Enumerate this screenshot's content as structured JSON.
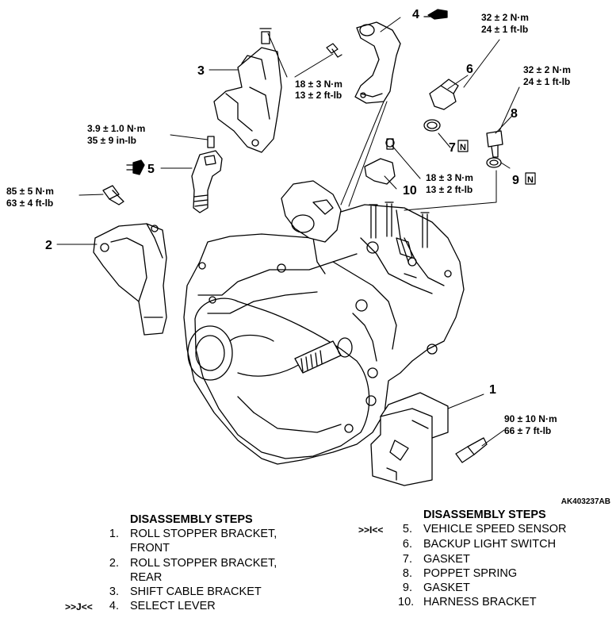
{
  "figure_id": "AK403237AB",
  "callouts": [
    "1",
    "2",
    "3",
    "4",
    "5",
    "6",
    "7",
    "8",
    "9",
    "10"
  ],
  "torques": {
    "t_top_mid": [
      "18 ± 3 N·m",
      "13 ± 2 ft-lb"
    ],
    "t_top_right_1": [
      "32 ± 2 N·m",
      "24 ± 1 ft-lb"
    ],
    "t_top_right_2": [
      "32 ± 2 N·m",
      "24 ± 1 ft-lb"
    ],
    "t_left_small": [
      "3.9 ± 1.0 N·m",
      "35 ± 9 in-lb"
    ],
    "t_left": [
      "85 ± 5 N·m",
      "63 ± 4 ft-lb"
    ],
    "t_mid_right": [
      "18 ± 3 N·m",
      "13 ± 2 ft-lb"
    ],
    "t_bottom_right": [
      "90 ± 10 N·m",
      "66 ± 7 ft-lb"
    ]
  },
  "new_part_mark": "N",
  "steps_left": {
    "header": "DISASSEMBLY STEPS",
    "items": [
      {
        "mark": "",
        "num": "1.",
        "text": "ROLL STOPPER BRACKET,"
      },
      {
        "mark": "",
        "num": "",
        "text": "FRONT"
      },
      {
        "mark": "",
        "num": "2.",
        "text": "ROLL STOPPER BRACKET,"
      },
      {
        "mark": "",
        "num": "",
        "text": "REAR"
      },
      {
        "mark": "",
        "num": "3.",
        "text": "SHIFT CABLE BRACKET"
      },
      {
        "mark": ">>J<<",
        "num": "4.",
        "text": "SELECT LEVER"
      }
    ]
  },
  "steps_right": {
    "header": "DISASSEMBLY STEPS",
    "items": [
      {
        "mark": ">>I<<",
        "num": "5.",
        "text": "VEHICLE SPEED SENSOR"
      },
      {
        "mark": "",
        "num": "6.",
        "text": "BACKUP LIGHT SWITCH"
      },
      {
        "mark": "",
        "num": "7.",
        "text": "GASKET"
      },
      {
        "mark": "",
        "num": "8.",
        "text": "POPPET SPRING"
      },
      {
        "mark": "",
        "num": "9.",
        "text": "GASKET"
      },
      {
        "mark": "",
        "num": "10.",
        "text": "HARNESS BRACKET"
      }
    ]
  }
}
